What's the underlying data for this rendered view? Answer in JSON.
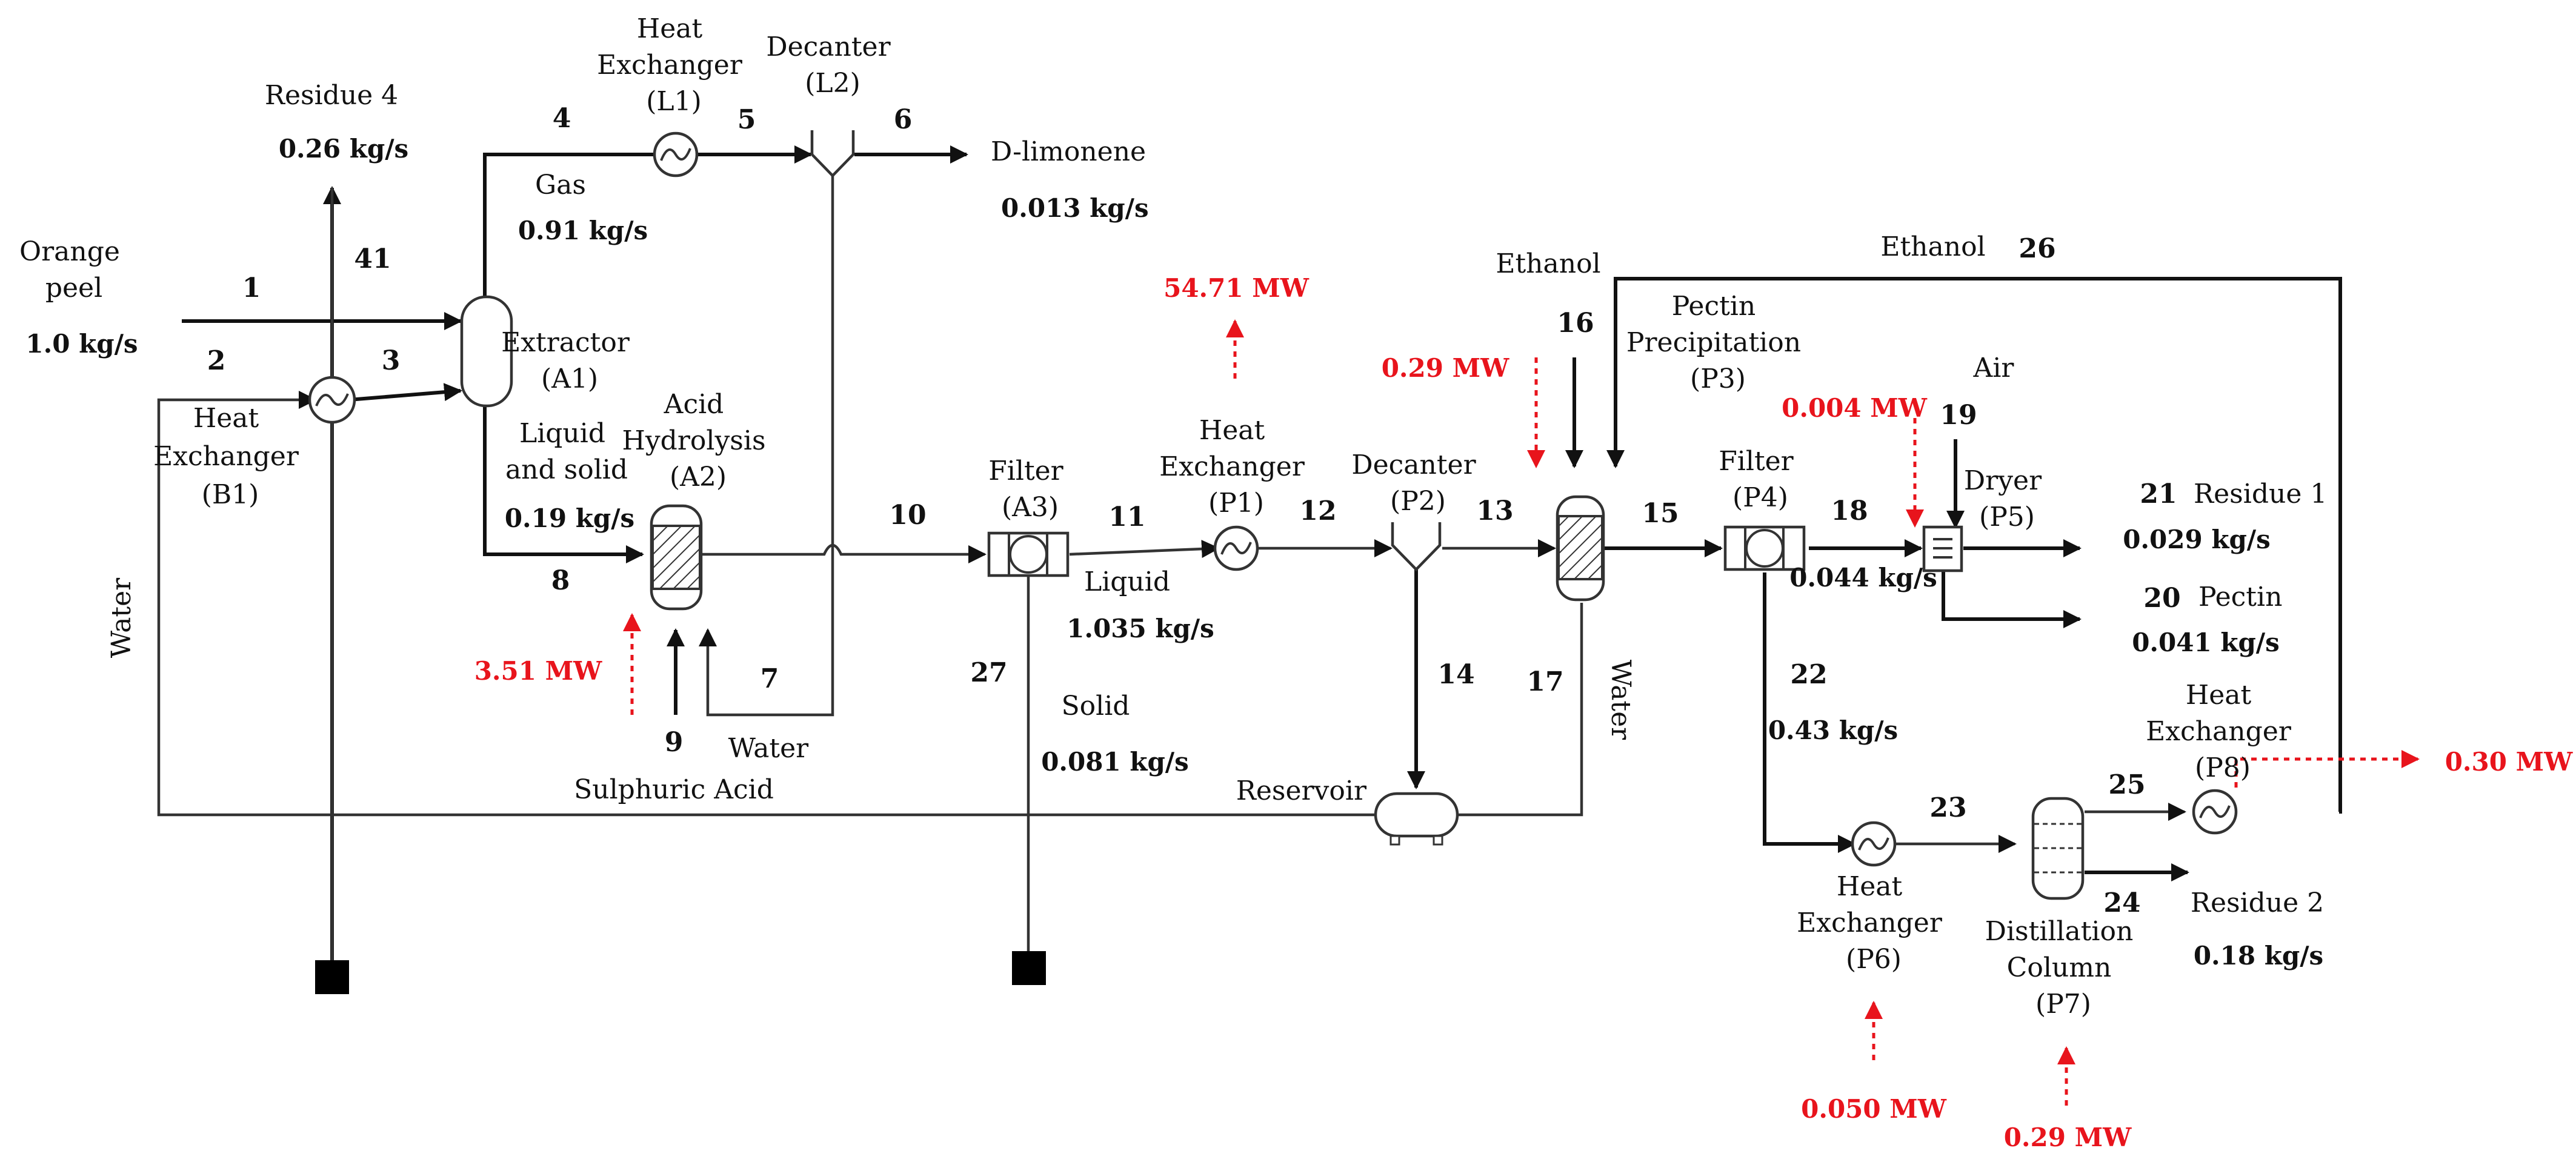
{
  "units": {
    "b1": [
      "Heat",
      "Exchanger",
      "(B1)"
    ],
    "a1": [
      "Extractor",
      "(A1)"
    ],
    "l1": [
      "Heat",
      "Exchanger",
      "(L1)"
    ],
    "l2": [
      "Decanter",
      "(L2)"
    ],
    "a2": [
      "Acid",
      "Hydrolysis",
      "(A2)"
    ],
    "a3": [
      "Filter",
      "(A3)"
    ],
    "p1": [
      "Heat",
      "Exchanger",
      "(P1)"
    ],
    "p2": [
      "Decanter",
      "(P2)"
    ],
    "p3": [
      "Pectin",
      "Precipitation",
      "(P3)"
    ],
    "p4": [
      "Filter",
      "(P4)"
    ],
    "p5": [
      "Dryer",
      "(P5)"
    ],
    "p6": [
      "Heat",
      "Exchanger",
      "(P6)"
    ],
    "p7": [
      "Distillation",
      "Column",
      "(P7)"
    ],
    "p8": [
      "Heat",
      "Exchanger",
      "(P8)"
    ],
    "reservoir": "Reservoir"
  },
  "streams": {
    "orange_peel": [
      "Orange",
      "peel"
    ],
    "orange_peel_flow": "1.0 kg/s",
    "residue4": "Residue 4",
    "residue4_flow": "0.26 kg/s",
    "gas": "Gas",
    "gas_flow": "0.91 kg/s",
    "d_limonene": "D-limonene",
    "d_limonene_flow": "0.013 kg/s",
    "liquid_and_solid": [
      "Liquid",
      "and solid"
    ],
    "liquid_and_solid_flow": "0.19 kg/s",
    "water_left": "Water",
    "water_a2": "Water",
    "sulphuric_acid": "Sulphuric Acid",
    "liquid": "Liquid",
    "liquid_flow": "1.035 kg/s",
    "solid": "Solid",
    "solid_flow": "0.081 kg/s",
    "ethanol_16": "Ethanol",
    "ethanol_26": "Ethanol",
    "water_17": "Water",
    "air": "Air",
    "flow_18": "0.044 kg/s",
    "residue1": "Residue 1",
    "residue1_flow": "0.029 kg/s",
    "pectin": "Pectin",
    "pectin_flow": "0.041 kg/s",
    "flow_22": "0.43 kg/s",
    "residue2": "Residue 2",
    "residue2_flow": "0.18 kg/s"
  },
  "stream_numbers": {
    "s1": "1",
    "s2": "2",
    "s3": "3",
    "s4": "4",
    "s5": "5",
    "s6": "6",
    "s7": "7",
    "s8": "8",
    "s9": "9",
    "s10": "10",
    "s11": "11",
    "s12": "12",
    "s13": "13",
    "s14": "14",
    "s15": "15",
    "s16": "16",
    "s17": "17",
    "s18": "18",
    "s19": "19",
    "s20": "20",
    "s21": "21",
    "s22": "22",
    "s23": "23",
    "s24": "24",
    "s25": "25",
    "s26": "26",
    "s27": "27",
    "s41": "41"
  },
  "energy": {
    "a2": "3.51 MW",
    "p1": "54.71 MW",
    "p3": "0.29 MW",
    "p5": "0.004 MW",
    "p6": "0.050 MW",
    "p7": "0.29 MW",
    "p8": "0.30 MW"
  },
  "colors": {
    "line": "#333333",
    "text": "#111111",
    "energy": "#e8141c"
  }
}
